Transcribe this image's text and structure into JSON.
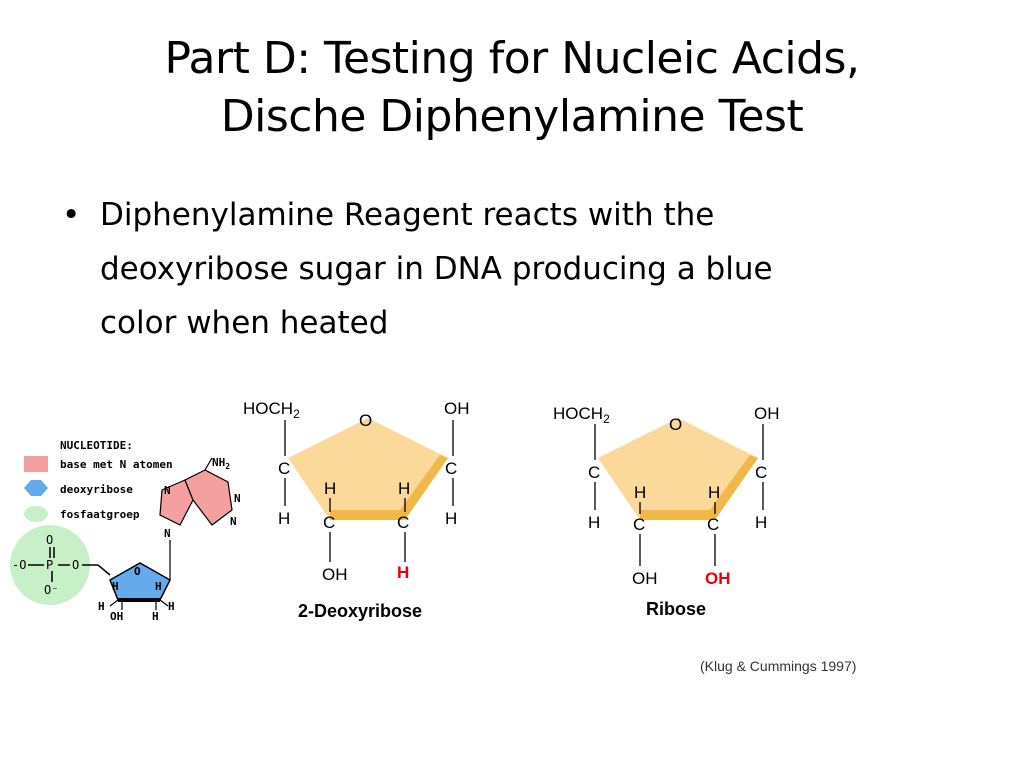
{
  "slide": {
    "title_line1": "Part D: Testing for Nucleic Acids,",
    "title_line2": "Dische Diphenylamine Test",
    "bullet_text_line1": "Diphenylamine Reagent reacts with the",
    "bullet_text_line2": "deoxyribose sugar in DNA producing a blue",
    "bullet_text_line3": "color when heated",
    "citation": "(Klug & Cummings 1997)"
  },
  "nucleotide": {
    "legend_title": "NUCLEOTIDE:",
    "legend_base": "base met N atomen",
    "legend_sugar": "deoxyribose",
    "legend_phosphate": "fosfaatgroep",
    "colors": {
      "base": "#f4a0a0",
      "sugar": "#66aaee",
      "phosphate": "#c8f0c8"
    },
    "labels": {
      "nh2": "NH",
      "nh2_sub": "2",
      "n": "N",
      "o": "O",
      "p": "P",
      "h": "H",
      "oh": "OH",
      "o_minus": "O⁻",
      "neg_o": "-O"
    }
  },
  "deoxyribose": {
    "caption": "2-Deoxyribose",
    "hoch2": "HOCH",
    "hoch2_sub": "2",
    "oh_top": "OH",
    "o_ring": "O",
    "c": "C",
    "h": "H",
    "oh": "OH",
    "highlight_label": "H",
    "highlight_color": "#e8000b",
    "ring_color": "#fbd99a"
  },
  "ribose": {
    "caption": "Ribose",
    "hoch2": "HOCH",
    "hoch2_sub": "2",
    "oh_top": "OH",
    "o_ring": "O",
    "c": "C",
    "h": "H",
    "oh": "OH",
    "highlight_label": "OH",
    "highlight_color": "#e8000b",
    "ring_color": "#fbd99a"
  }
}
